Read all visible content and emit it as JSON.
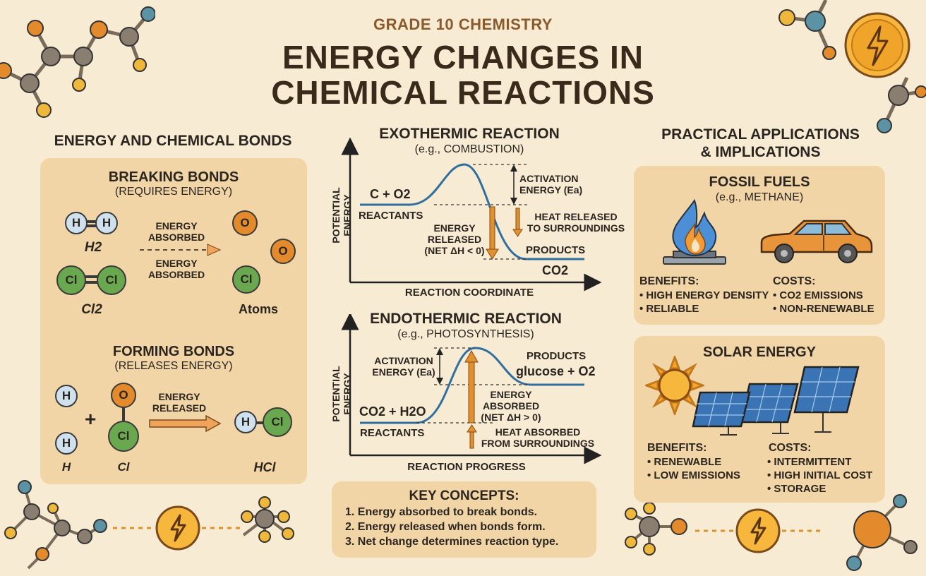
{
  "header": {
    "subtitle": "GRADE 10 CHEMISTRY",
    "title_line1": "ENERGY CHANGES IN",
    "title_line2": "CHEMICAL REACTIONS"
  },
  "left": {
    "section_title": "ENERGY AND CHEMICAL BONDS",
    "breaking": {
      "title": "BREAKING BONDS",
      "subtitle": "(REQUIRES ENERGY)",
      "arrow_top": "ENERGY\nABSORBED",
      "arrow_bottom": "ENERGY\nABSORBED",
      "h2": "H2",
      "cl2": "Cl2",
      "atoms": "Atoms"
    },
    "forming": {
      "title": "FORMING BONDS",
      "subtitle": "(RELEASES ENERGY)",
      "arrow": "ENERGY\nRELEASED",
      "plus": "+",
      "h": "H",
      "cl": "Cl",
      "hcl": "HCl"
    },
    "atom_labels": {
      "h": "H",
      "cl": "Cl",
      "o": "O"
    }
  },
  "exo": {
    "title": "EXOTHERMIC REACTION",
    "subtitle": "(e.g., COMBUSTION)",
    "ylabel": "POTENTIAL ENERGY",
    "xlabel": "REACTION COORDINATE",
    "reactant_formula": "C + O2",
    "reactants": "REACTANTS",
    "products": "PRODUCTS",
    "product_formula": "CO2",
    "activation": "ACTIVATION\nENERGY (Ea)",
    "heat": "HEAT RELEASED\nTO SURROUNDINGS",
    "released": "ENERGY\nRELEASED\n(NET ΔH < 0)"
  },
  "endo": {
    "title": "ENDOTHERMIC REACTION",
    "subtitle": "(e.g., PHOTOSYNTHESIS)",
    "ylabel": "POTENTIAL ENERGY",
    "xlabel": "REACTION PROGRESS",
    "reactant_formula": "CO2 + H2O",
    "reactants": "REACTANTS",
    "products": "PRODUCTS",
    "product_formula": "glucose + O2",
    "activation": "ACTIVATION\nENERGY (Ea)",
    "absorbed": "ENERGY\nABSORBED\n(NET ΔH > 0)",
    "heat": "HEAT ABSORBED\nFROM SURROUNDINGS"
  },
  "key": {
    "title": "KEY CONCEPTS:",
    "items": [
      "1. Energy absorbed to break bonds.",
      "2. Energy released when bonds form.",
      "3. Net change determines reaction type."
    ]
  },
  "right": {
    "section_title": "PRACTICAL APPLICATIONS\n& IMPLICATIONS",
    "fossil": {
      "title": "FOSSIL FUELS",
      "subtitle": "(e.g., METHANE)",
      "benefits_title": "BENEFITS:",
      "benefits": [
        "• HIGH ENERGY DENSITY",
        "• RELIABLE"
      ],
      "costs_title": "COSTS:",
      "costs": [
        "• CO2 EMISSIONS",
        "• NON-RENEWABLE"
      ]
    },
    "solar": {
      "title": "SOLAR ENERGY",
      "benefits_title": "BENEFITS:",
      "benefits": [
        "• RENEWABLE",
        "• LOW EMISSIONS"
      ],
      "costs_title": "COSTS:",
      "costs": [
        "• INTERMITTENT",
        "• HIGH INITIAL COST",
        "• STORAGE"
      ]
    }
  },
  "colors": {
    "background": "#f8ebd3",
    "panel": "#f2d5a6",
    "curve": "#2f6f9f",
    "arrow": "#e0902e",
    "title": "#3a2a1c"
  },
  "icons": [
    "molecule-decoration-icon",
    "lightning-bolt-icon",
    "flame-icon",
    "car-icon",
    "sun-icon",
    "solar-panel-icon"
  ]
}
